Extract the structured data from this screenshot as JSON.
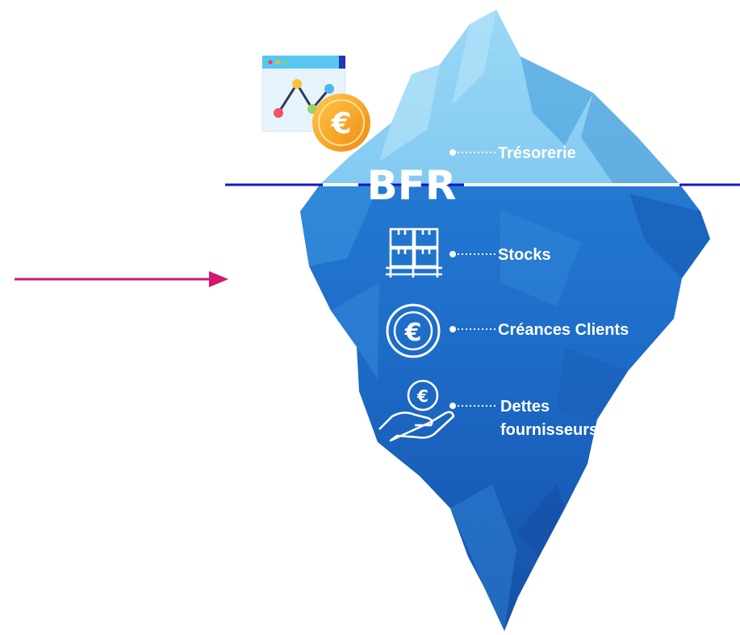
{
  "diagram": {
    "main_label": "BFR",
    "items": [
      {
        "id": "tresorerie",
        "label": "Trésorerie"
      },
      {
        "id": "stocks",
        "label": "Stocks"
      },
      {
        "id": "creances",
        "label": "Créances Clients"
      },
      {
        "id": "dettes",
        "label": "Dettes",
        "label_line2": "fournisseurs"
      }
    ],
    "currency_symbol": "€"
  },
  "colors": {
    "waterline": "#1a14c8",
    "pointer_arrow": "#d6176f",
    "ice_above": "#6fc0ec",
    "ice_below": "#1e6fcc",
    "coin": "#f5a21f"
  }
}
